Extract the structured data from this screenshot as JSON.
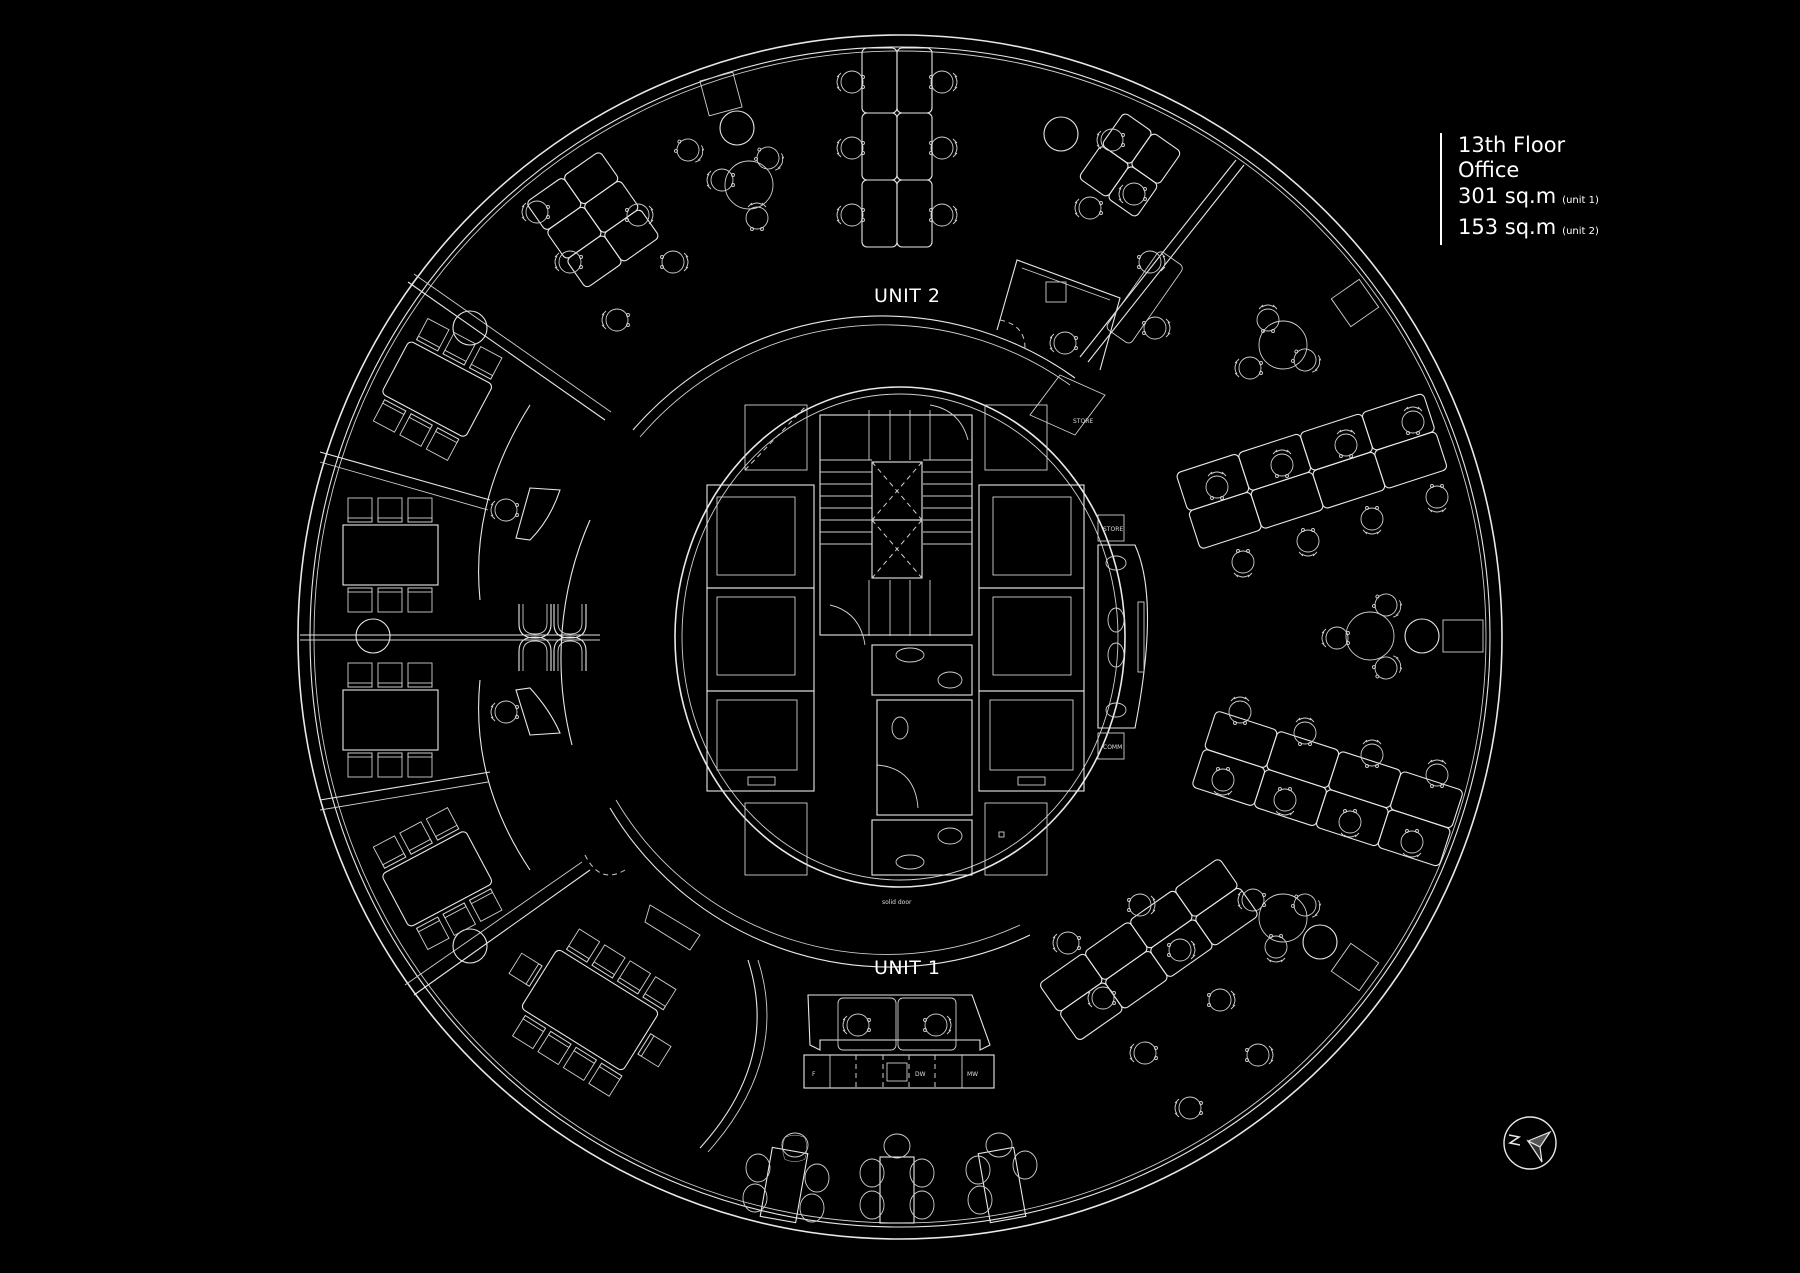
{
  "title": {
    "floor": "13th Floor",
    "type": "Office"
  },
  "areas": [
    {
      "size": "301 sq.m",
      "unit": "(unit 1)"
    },
    {
      "size": "153 sq.m",
      "unit": "(unit 2)"
    }
  ],
  "labels": {
    "unit_1": "UNIT 1",
    "unit_2": "UNIT 2",
    "store_ne": "STORE",
    "store_e": "STORE",
    "comm": "COMM",
    "solid_door": "solid door",
    "pantry_f": "F",
    "pantry_dw": "DW",
    "pantry_mw": "MW"
  },
  "compass": {
    "label": "N",
    "icon": "north-arrow-icon"
  },
  "colors": {
    "background": "#000000",
    "linework": "#e8e8e8",
    "text": "#ffffff"
  }
}
